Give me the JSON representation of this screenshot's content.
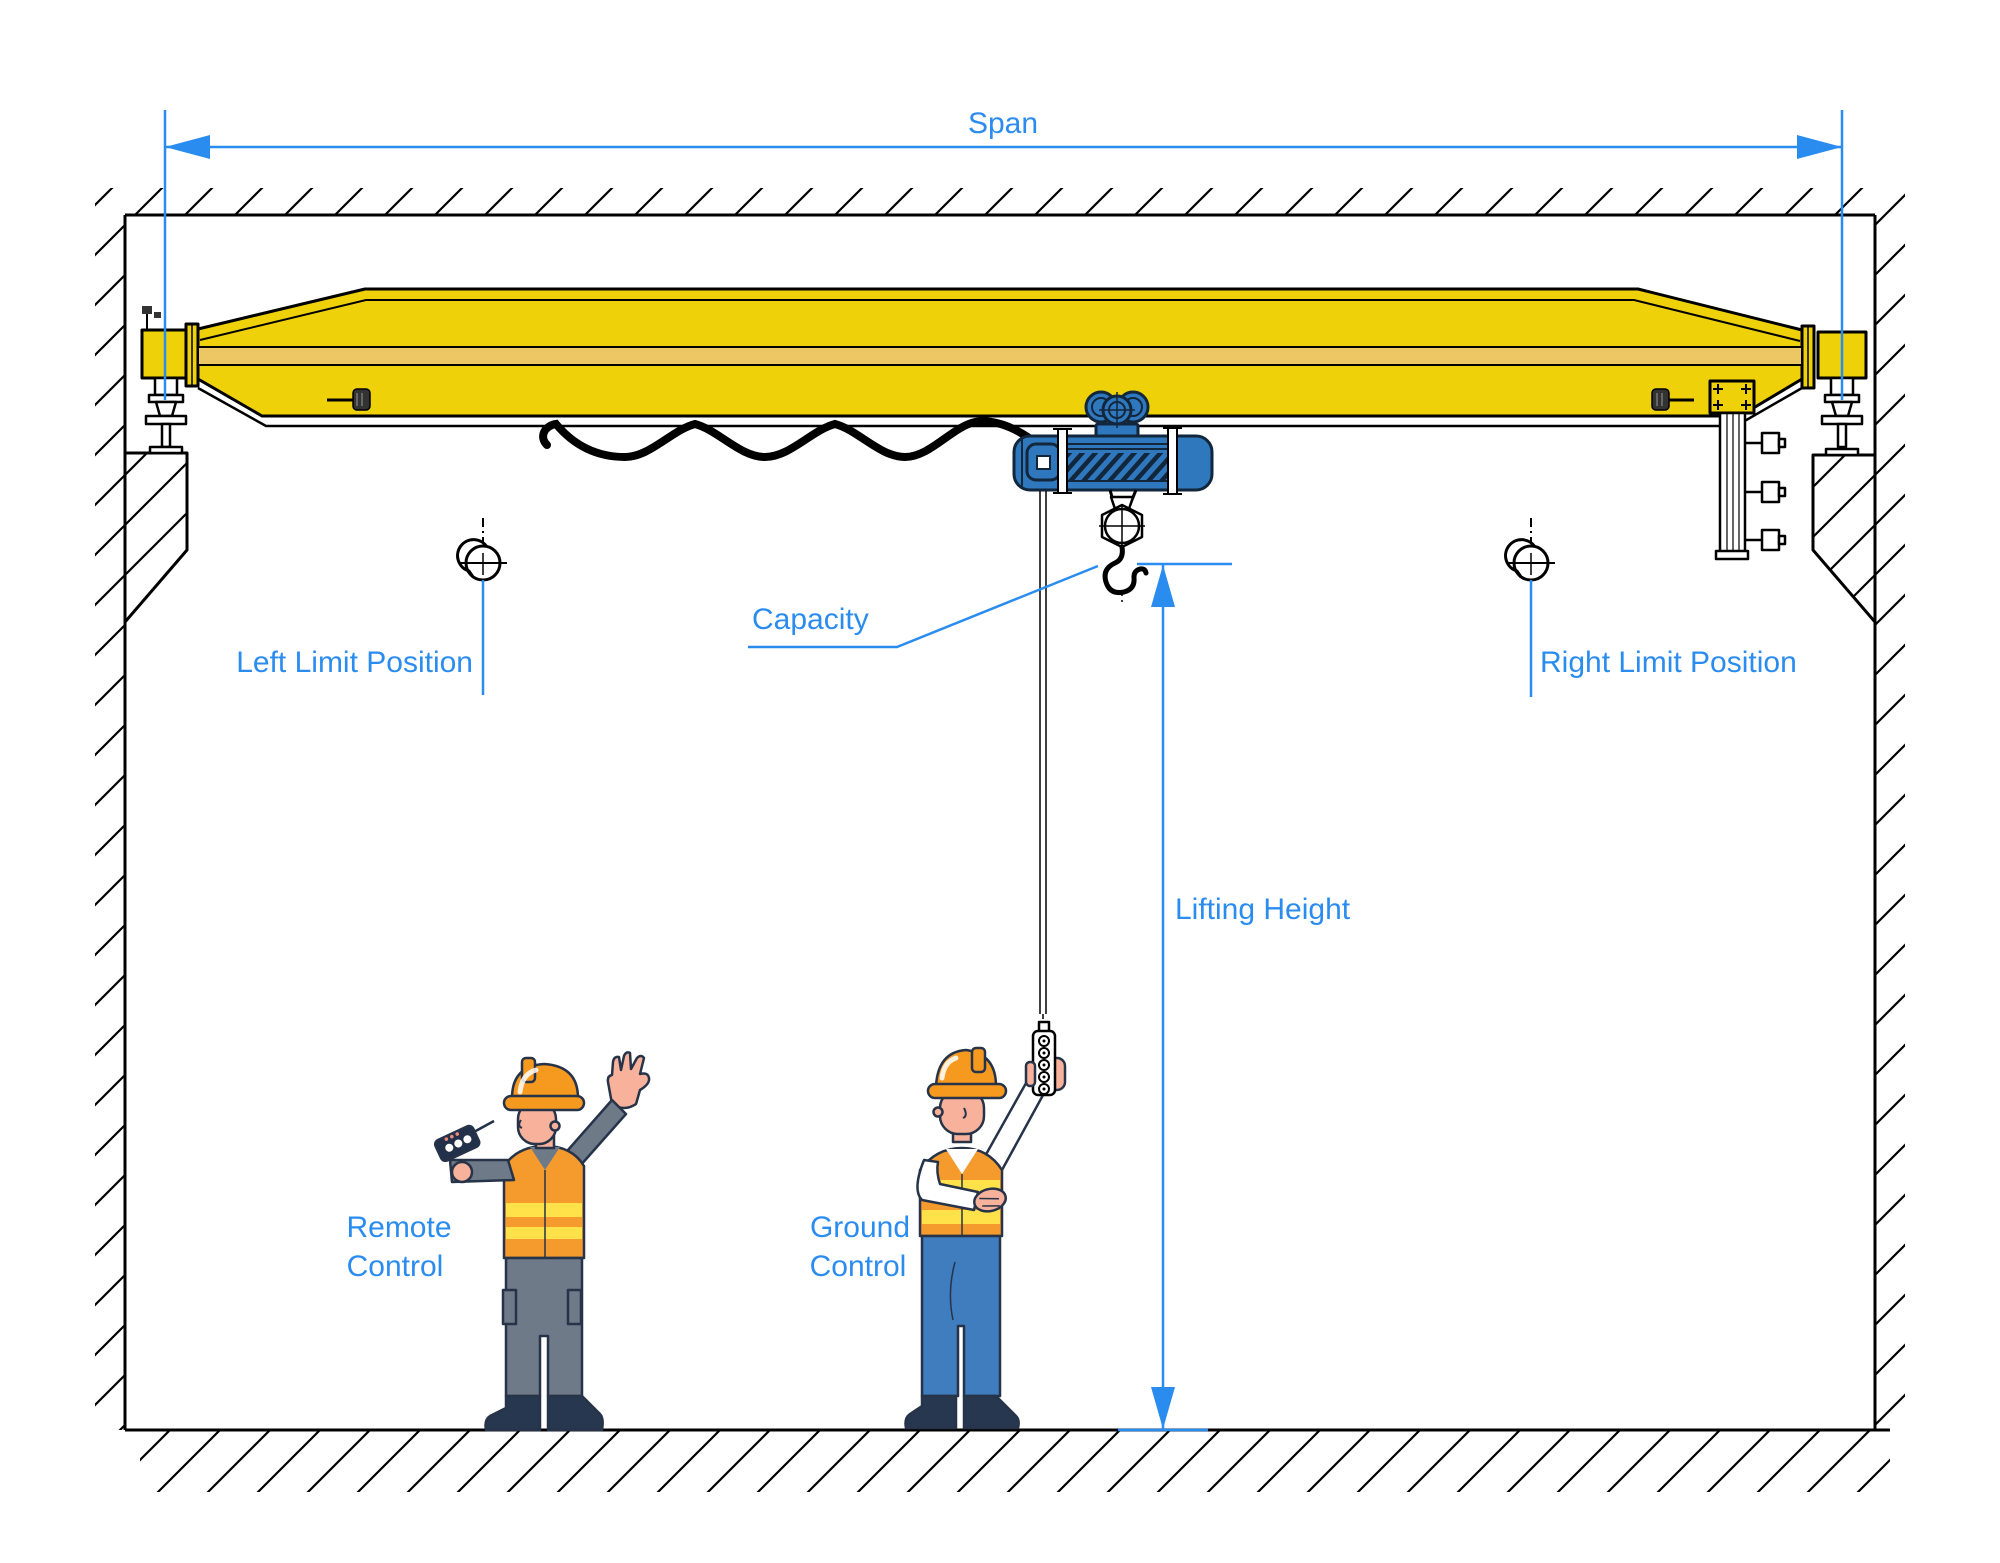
{
  "labels": {
    "span": "Span",
    "capacity": "Capacity",
    "lifting_height": "Lifting Height",
    "left_limit": "Left Limit Position",
    "right_limit": "Right Limit Position",
    "remote_line1": "Remote",
    "remote_line2": "Control",
    "ground_line1": "Ground",
    "ground_line2": "Control"
  },
  "colors": {
    "annotation_blue": "#2B8CF0",
    "girder_yellow": "#EFD10A",
    "girder_band": "#ECC763",
    "hoist_blue": "#3078BE",
    "hoist_outline": "#12263C",
    "figure_outline": "#263349",
    "hat_orange": "#F5991F",
    "vest_orange": "#F59B2E",
    "stripe_yellow": "#FFE14A",
    "skin": "#F8B29B",
    "jeans_blue": "#3F7DBE",
    "gray_clothes": "#6F7A89",
    "boots_navy": "#27374F",
    "remote_navy": "#22304A"
  }
}
